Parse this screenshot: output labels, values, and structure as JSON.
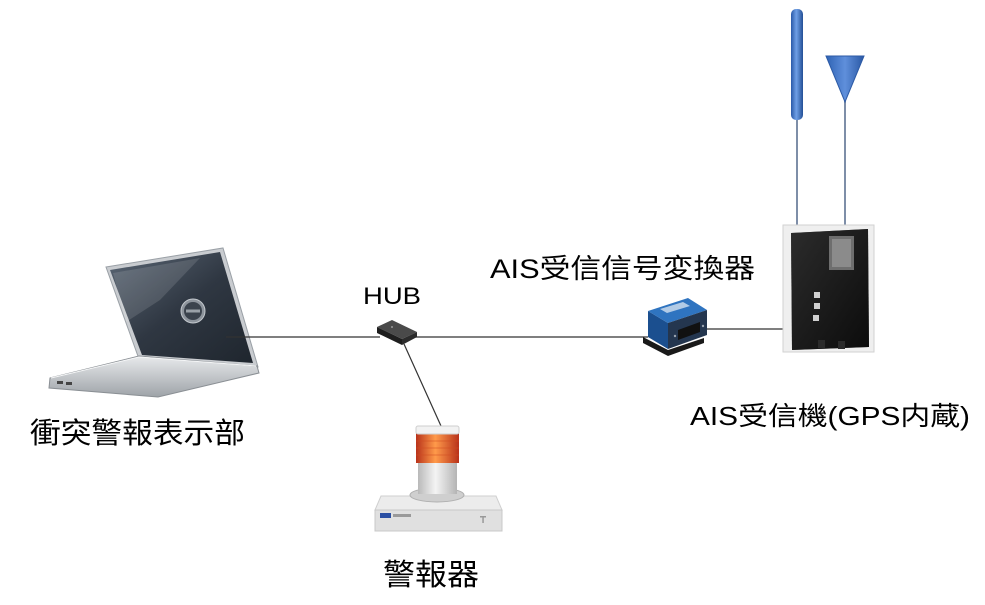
{
  "diagram": {
    "nodes": {
      "display": {
        "label": "衝突警報表示部",
        "icon": "laptop-icon"
      },
      "hub": {
        "label": "HUB",
        "icon": "network-hub-icon"
      },
      "converter": {
        "label": "AIS受信信号変換器",
        "icon": "serial-converter-icon"
      },
      "receiver": {
        "label": "AIS受信機(GPS内蔵)",
        "icon": "ais-receiver-icon"
      },
      "alarm": {
        "label": "警報器",
        "icon": "signal-tower-light-icon"
      }
    },
    "colors": {
      "connection": "#333333",
      "antenna": "#6f9fe6",
      "converter": "#2f74c0",
      "alarm_light": "#ff9a4a",
      "receiver_panel": "#161616"
    }
  }
}
